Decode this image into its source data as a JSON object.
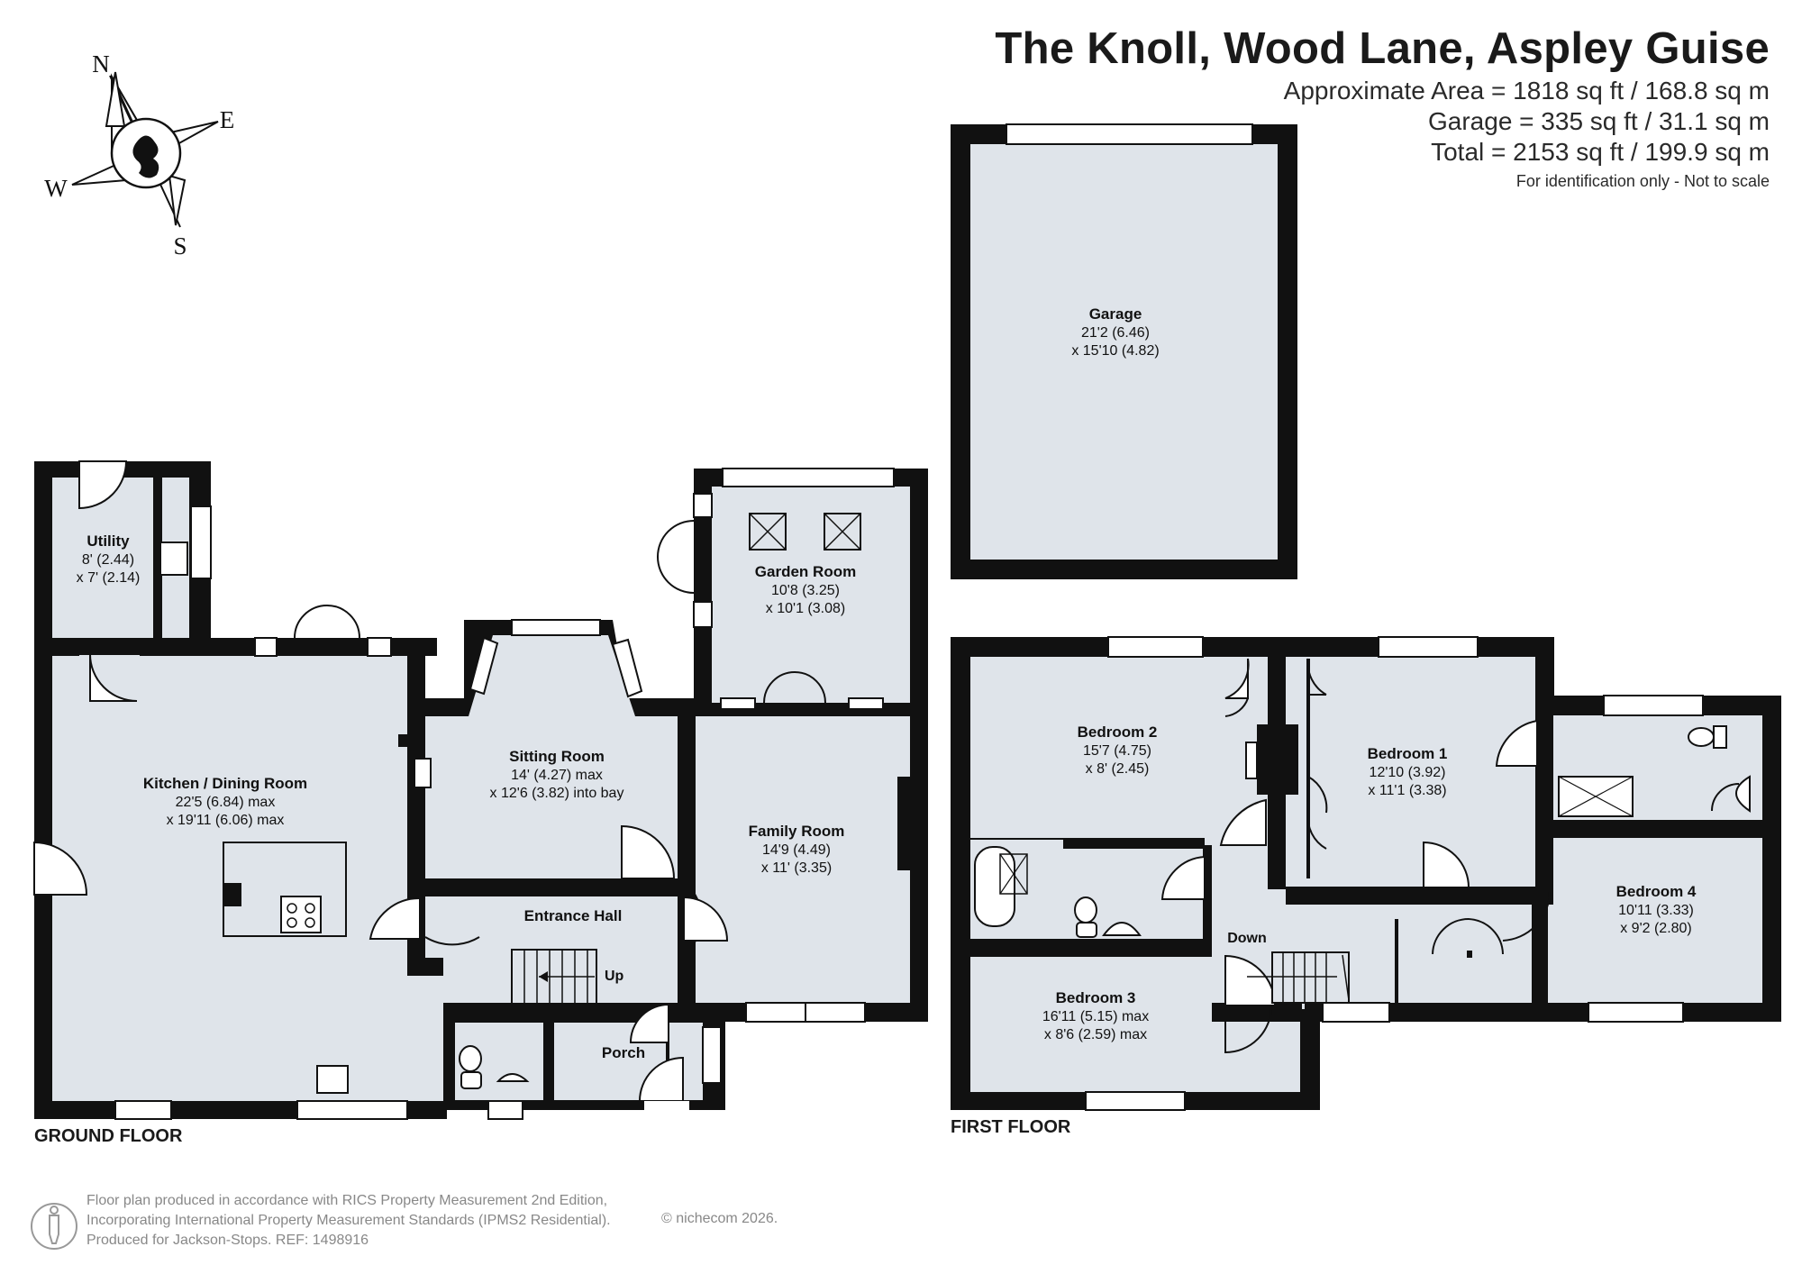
{
  "header": {
    "title": "The Knoll, Wood Lane, Aspley Guise",
    "approx_area": "Approximate Area = 1818 sq ft / 168.8 sq m",
    "garage_area": "Garage = 335 sq ft / 31.1 sq m",
    "total_area": "Total = 2153 sq ft / 199.9 sq m",
    "disclaimer": "For identification only - Not to scale"
  },
  "compass": {
    "n": "N",
    "e": "E",
    "s": "S",
    "w": "W"
  },
  "floors": {
    "ground": "GROUND FLOOR",
    "first": "FIRST FLOOR"
  },
  "rooms": {
    "garage": {
      "name": "Garage",
      "dim1": "21'2 (6.46)",
      "dim2": "x 15'10 (4.82)"
    },
    "utility": {
      "name": "Utility",
      "dim1": "8' (2.44)",
      "dim2": "x 7' (2.14)"
    },
    "garden_room": {
      "name": "Garden Room",
      "dim1": "10'8 (3.25)",
      "dim2": "x 10'1 (3.08)"
    },
    "kitchen": {
      "name": "Kitchen / Dining Room",
      "dim1": "22'5 (6.84) max",
      "dim2": "x 19'11 (6.06) max"
    },
    "sitting_room": {
      "name": "Sitting Room",
      "dim1": "14' (4.27) max",
      "dim2": "x 12'6 (3.82) into bay"
    },
    "family_room": {
      "name": "Family Room",
      "dim1": "14'9 (4.49)",
      "dim2": "x 11' (3.35)"
    },
    "entrance_hall": {
      "name": "Entrance Hall"
    },
    "porch": {
      "name": "Porch"
    },
    "bedroom2": {
      "name": "Bedroom 2",
      "dim1": "15'7 (4.75)",
      "dim2": "x 8' (2.45)"
    },
    "bedroom1": {
      "name": "Bedroom 1",
      "dim1": "12'10 (3.92)",
      "dim2": "x 11'1 (3.38)"
    },
    "bedroom4": {
      "name": "Bedroom 4",
      "dim1": "10'11 (3.33)",
      "dim2": "x 9'2 (2.80)"
    },
    "bedroom3": {
      "name": "Bedroom 3",
      "dim1": "16'11 (5.15) max",
      "dim2": "x 8'6 (2.59) max"
    }
  },
  "stairs": {
    "up": "Up",
    "down": "Down"
  },
  "footer": {
    "line1": "Floor plan produced in accordance with RICS Property Measurement 2nd Edition,",
    "line2": "Incorporating International Property Measurement Standards (IPMS2 Residential).",
    "line3": "Produced for Jackson-Stops.   REF:  1498916",
    "copyright": "© nichecom 2026."
  },
  "colors": {
    "wall": "#111111",
    "floor": "#dfe4ea",
    "window": "#ffffff",
    "fixture": "#ffffff"
  }
}
